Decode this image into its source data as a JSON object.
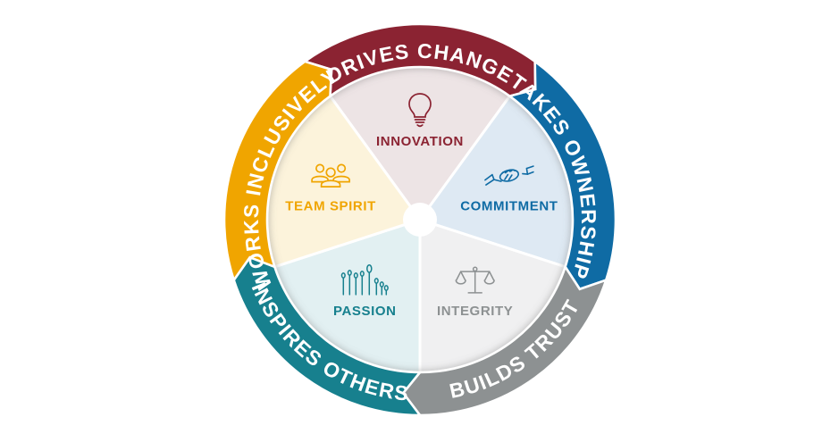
{
  "diagram": {
    "type": "circular-values-wheel",
    "background_color": "#ffffff",
    "hub_color": "#ffffff",
    "separator_color": "#ffffff",
    "arc_text_color": "#ffffff",
    "segments": [
      {
        "id": "drives-change",
        "outer_label": "DRIVES CHANGE",
        "inner_label": "INNOVATION",
        "icon": "lightbulb-icon",
        "ring_color": "#8B2332",
        "wedge_color": "#EDE4E5",
        "label_color": "#8B2332"
      },
      {
        "id": "takes-ownership",
        "outer_label": "TAKES OWNERSHIP",
        "inner_label": "COMMITMENT",
        "icon": "handshake-icon",
        "ring_color": "#0F6BA4",
        "wedge_color": "#DEE9F3",
        "label_color": "#0F6BA4"
      },
      {
        "id": "builds-trust",
        "outer_label": "BUILDS TRUST",
        "inner_label": "INTEGRITY",
        "icon": "scales-icon",
        "ring_color": "#8D9192",
        "wedge_color": "#F0F0F1",
        "label_color": "#8D9192"
      },
      {
        "id": "inspires-others",
        "outer_label": "INSPIRES OTHERS",
        "inner_label": "PASSION",
        "icon": "matches-icon",
        "ring_color": "#17808E",
        "wedge_color": "#E2F0F2",
        "label_color": "#17808E"
      },
      {
        "id": "works-inclusively",
        "outer_label": "WORKS INCLUSIVELY",
        "inner_label": "TEAM SPIRIT",
        "icon": "team-icon",
        "ring_color": "#F0A500",
        "wedge_color": "#FCF3DB",
        "label_color": "#F0A500"
      }
    ]
  }
}
